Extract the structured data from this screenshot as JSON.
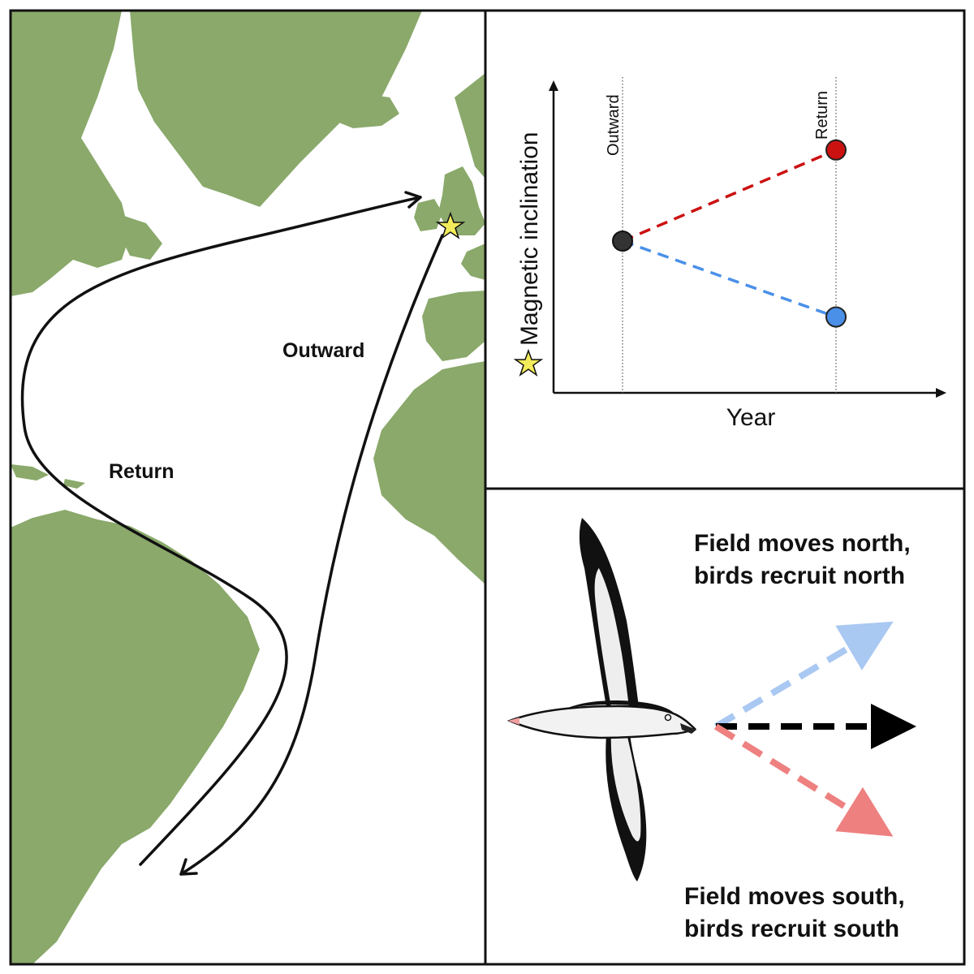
{
  "map": {
    "outward_label": "Outward",
    "return_label": "Return",
    "colony_marker_icon": "star-icon",
    "land_color": "#8aa96b"
  },
  "chart_data": {
    "type": "line",
    "xlabel": "Year",
    "ylabel": "Magnetic inclination",
    "ylabel_marker_icon": "star-icon",
    "x_categories": [
      "Outward",
      "Return"
    ],
    "grid": false,
    "series": [
      {
        "color": "#cc1111",
        "values": [
          0.5,
          0.8
        ],
        "style": "dashed"
      },
      {
        "color": "#4a90e8",
        "values": [
          0.5,
          0.25
        ],
        "style": "dashed"
      }
    ],
    "start_point_color": "#333333",
    "ylim": [
      0,
      1
    ]
  },
  "bird_panel": {
    "north_text_line1": "Field moves north,",
    "north_text_line2": "birds recruit north",
    "south_text_line1": "Field moves south,",
    "south_text_line2": "birds recruit south",
    "bird_icon": "shearwater-icon",
    "arrow_north_color": "#a9c8f2",
    "arrow_straight_color": "#000000",
    "arrow_south_color": "#ee8080"
  }
}
